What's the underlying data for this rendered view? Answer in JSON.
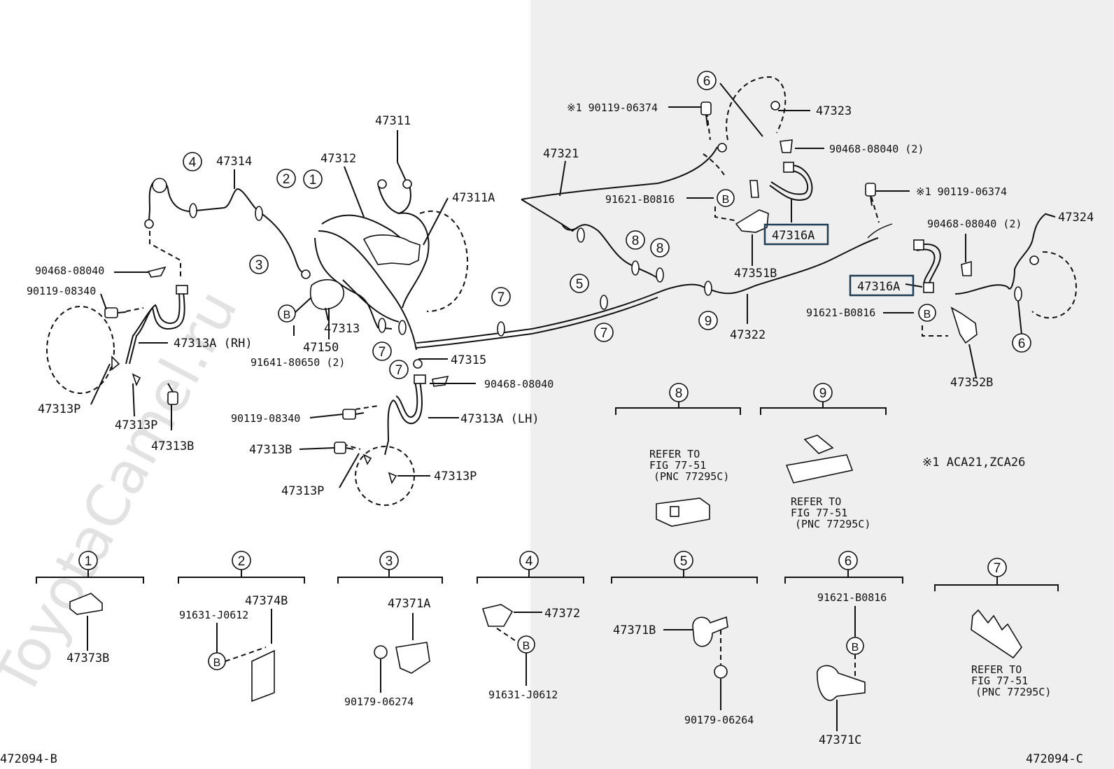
{
  "watermark": "ToyotaCamel.ru",
  "footer": {
    "left_code": "472094-B",
    "right_code": "472094-C"
  },
  "note": "※1 ACA21,ZCA26",
  "highlight_color": "#1d3b52",
  "callouts": {
    "c1": "1",
    "c2": "2",
    "c3": "3",
    "c4": "4",
    "c5": "5",
    "c6": "6",
    "c7": "7",
    "c8": "8",
    "c9": "9",
    "b": "B"
  },
  "parts": {
    "p47311": "47311",
    "p47312": "47312",
    "p47314": "47314",
    "p47311A": "47311A",
    "p90468_left": "90468-08040",
    "p90119_left": "90119-08340",
    "p47313A_RH": "47313A (RH)",
    "p47313P_l1": "47313P",
    "p47313P_l2": "47313P",
    "p47313B_l": "47313B",
    "p47313": "47313",
    "p47150": "47150",
    "p91641": "91641-80650 (2)",
    "p47315": "47315",
    "p90468_mid": "90468-08040",
    "p90119_mid": "90119-08340",
    "p47313A_LH": "47313A (LH)",
    "p47313B_m": "47313B",
    "p47313P_m1": "47313P",
    "p47313P_m2": "47313P",
    "p47321": "47321",
    "p91621_c": "91621-B0816",
    "p47322": "47322",
    "p90119_top": "※1 90119-06374",
    "p47323": "47323",
    "p90468_top": "90468-08040 (2)",
    "p47316A_1": "47316A",
    "p47351B": "47351B",
    "p90119_right": "※1 90119-06374",
    "p90468_right": "90468-08040 (2)",
    "p47324": "47324",
    "p47316A_2": "47316A",
    "p91621_r": "91621-B0816",
    "p47352B": "47352B",
    "p47373B": "47373B",
    "p47374B": "47374B",
    "p91631_2": "91631-J0612",
    "p47371A": "47371A",
    "p90179_3": "90179-06274",
    "p47372": "47372",
    "p91631_4": "91631-J0612",
    "p47371B": "47371B",
    "p90179_5": "90179-06264",
    "p91621_6": "91621-B0816",
    "p47371C": "47371C"
  },
  "refer": {
    "line1": "REFER TO",
    "line2": "FIG 77-51",
    "line3": "(PNC 77295C)"
  }
}
